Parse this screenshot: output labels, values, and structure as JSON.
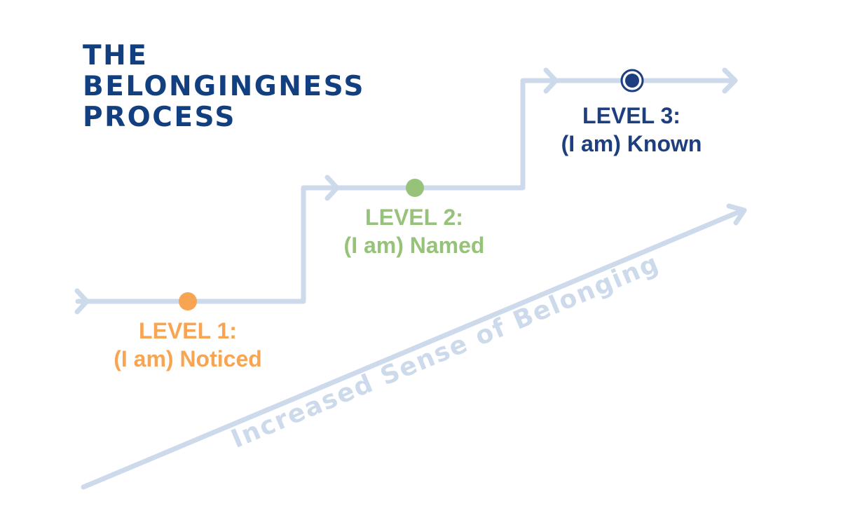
{
  "title_lines": [
    "THE",
    "BELONGINGNESS",
    "PROCESS"
  ],
  "colors": {
    "title": "#123f80",
    "path": "#ccdaeb",
    "arrow_text": "#ccdaeb",
    "level1": "#f7a553",
    "level2": "#96c27a",
    "level3": "#1d3f80"
  },
  "levels": [
    {
      "heading": "LEVEL 1:",
      "label": "(I am) Noticed",
      "color": "#f7a553"
    },
    {
      "heading": "LEVEL 2:",
      "label": "(I am) Named",
      "color": "#96c27a"
    },
    {
      "heading": "LEVEL 3:",
      "label": "(I am) Known",
      "color": "#1d3f80"
    }
  ],
  "arrow_label": "Increased Sense of Belonging"
}
